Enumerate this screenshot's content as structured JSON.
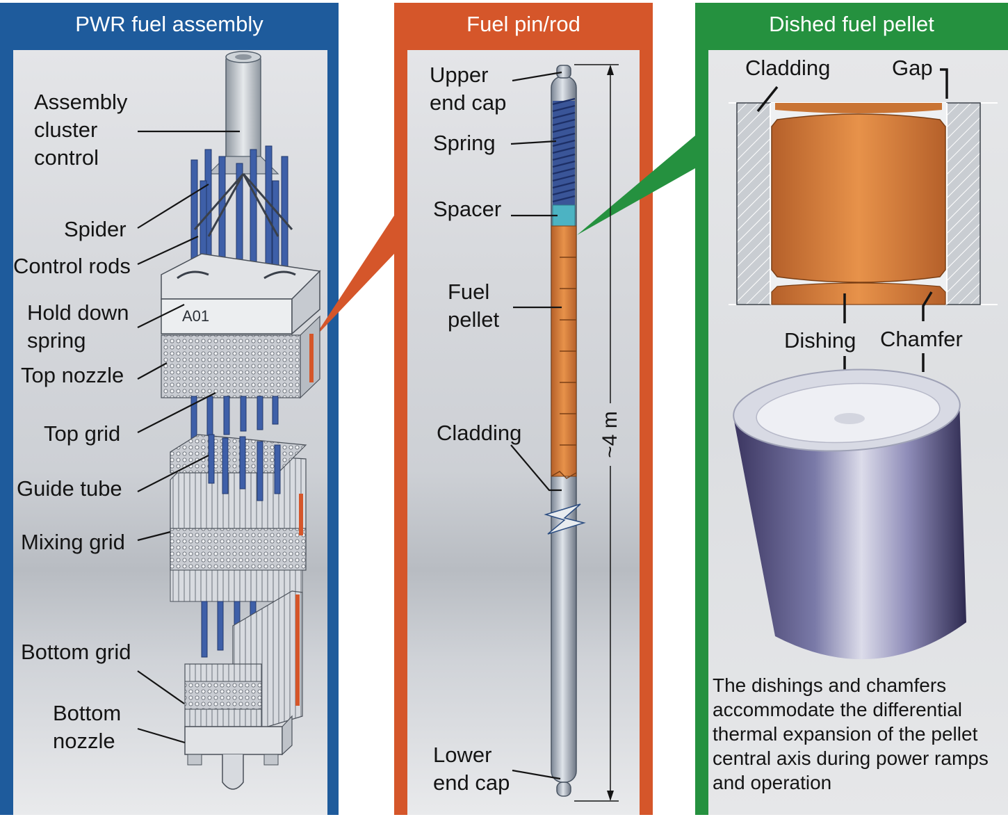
{
  "colors": {
    "panel_blue": "#1e5b9c",
    "panel_orange": "#d5562a",
    "panel_green": "#25913f",
    "rod_blue": "#3e5fa8",
    "pellet_orange": "#d9803a",
    "spacer_cyan": "#4cb3c3"
  },
  "panels": [
    {
      "title": "PWR fuel assembly",
      "labels": {
        "assembly_cluster_control": "Assembly\ncluster\ncontrol",
        "spider": "Spider",
        "control_rods": "Control rods",
        "hold_down_spring": "Hold down\nspring",
        "top_nozzle": "Top nozzle",
        "top_grid": "Top grid",
        "guide_tube": "Guide tube",
        "mixing_grid": "Mixing grid",
        "bottom_grid": "Bottom grid",
        "bottom_nozzle": "Bottom\nnozzle"
      },
      "assembly_id": "A01"
    },
    {
      "title": "Fuel pin/rod",
      "labels": {
        "upper_end_cap": "Upper\nend cap",
        "spring": "Spring",
        "spacer": "Spacer",
        "fuel_pellet": "Fuel\npellet",
        "cladding": "Cladding",
        "lower_end_cap": "Lower\nend cap"
      },
      "length": "~4 m"
    },
    {
      "title": "Dished fuel pellet",
      "labels": {
        "cladding": "Cladding",
        "gap": "Gap",
        "dishing": "Dishing",
        "chamfer": "Chamfer"
      },
      "note": "The dishings and chamfers accommodate the differential thermal expansion of the pellet central axis during power ramps and operation"
    }
  ]
}
